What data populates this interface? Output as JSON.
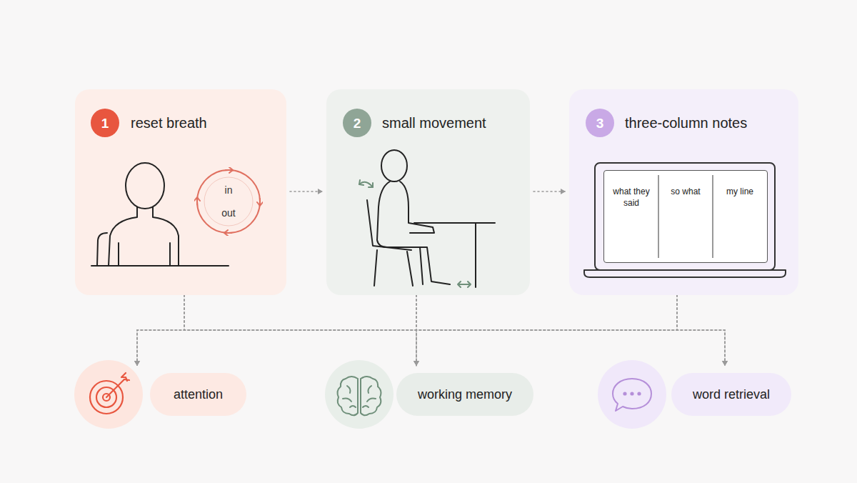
{
  "diagram": {
    "nodes": [
      {
        "text": [
          "reset breath"
        ]
      },
      {
        "text": [
          "1"
        ],
        "in": 0
      },
      {
        "text": [
          "in",
          "out"
        ],
        "in": 0
      },
      {
        "text": [
          "small movement"
        ]
      },
      {
        "text": [
          "2"
        ],
        "in": 3
      },
      {
        "text": [
          "three-column notes"
        ]
      },
      {
        "text": [
          "3"
        ],
        "in": 5
      },
      {
        "text": [
          "what they said",
          "so what",
          "my line"
        ],
        "in": 5
      },
      {
        "text": [
          "attention"
        ]
      },
      {
        "text": [
          "working memory"
        ]
      },
      {
        "text": [
          "word retrieval"
        ]
      }
    ],
    "edges": [
      {
        "from": 0,
        "to": 3,
        "arrow": "to"
      },
      {
        "from": 3,
        "to": 5,
        "arrow": "to"
      },
      {
        "from": 0,
        "to": 8,
        "arrow": "to"
      },
      {
        "from": 0,
        "to": 9,
        "arrow": "to"
      },
      {
        "from": 0,
        "to": 10,
        "arrow": "to"
      },
      {
        "from": 3,
        "to": 8,
        "arrow": "to"
      },
      {
        "from": 3,
        "to": 9,
        "arrow": "to"
      },
      {
        "from": 3,
        "to": 10,
        "arrow": "to"
      },
      {
        "from": 5,
        "to": 8,
        "arrow": "to"
      },
      {
        "from": 5,
        "to": 9,
        "arrow": "to"
      },
      {
        "from": 5,
        "to": 10,
        "arrow": "to"
      }
    ]
  }
}
